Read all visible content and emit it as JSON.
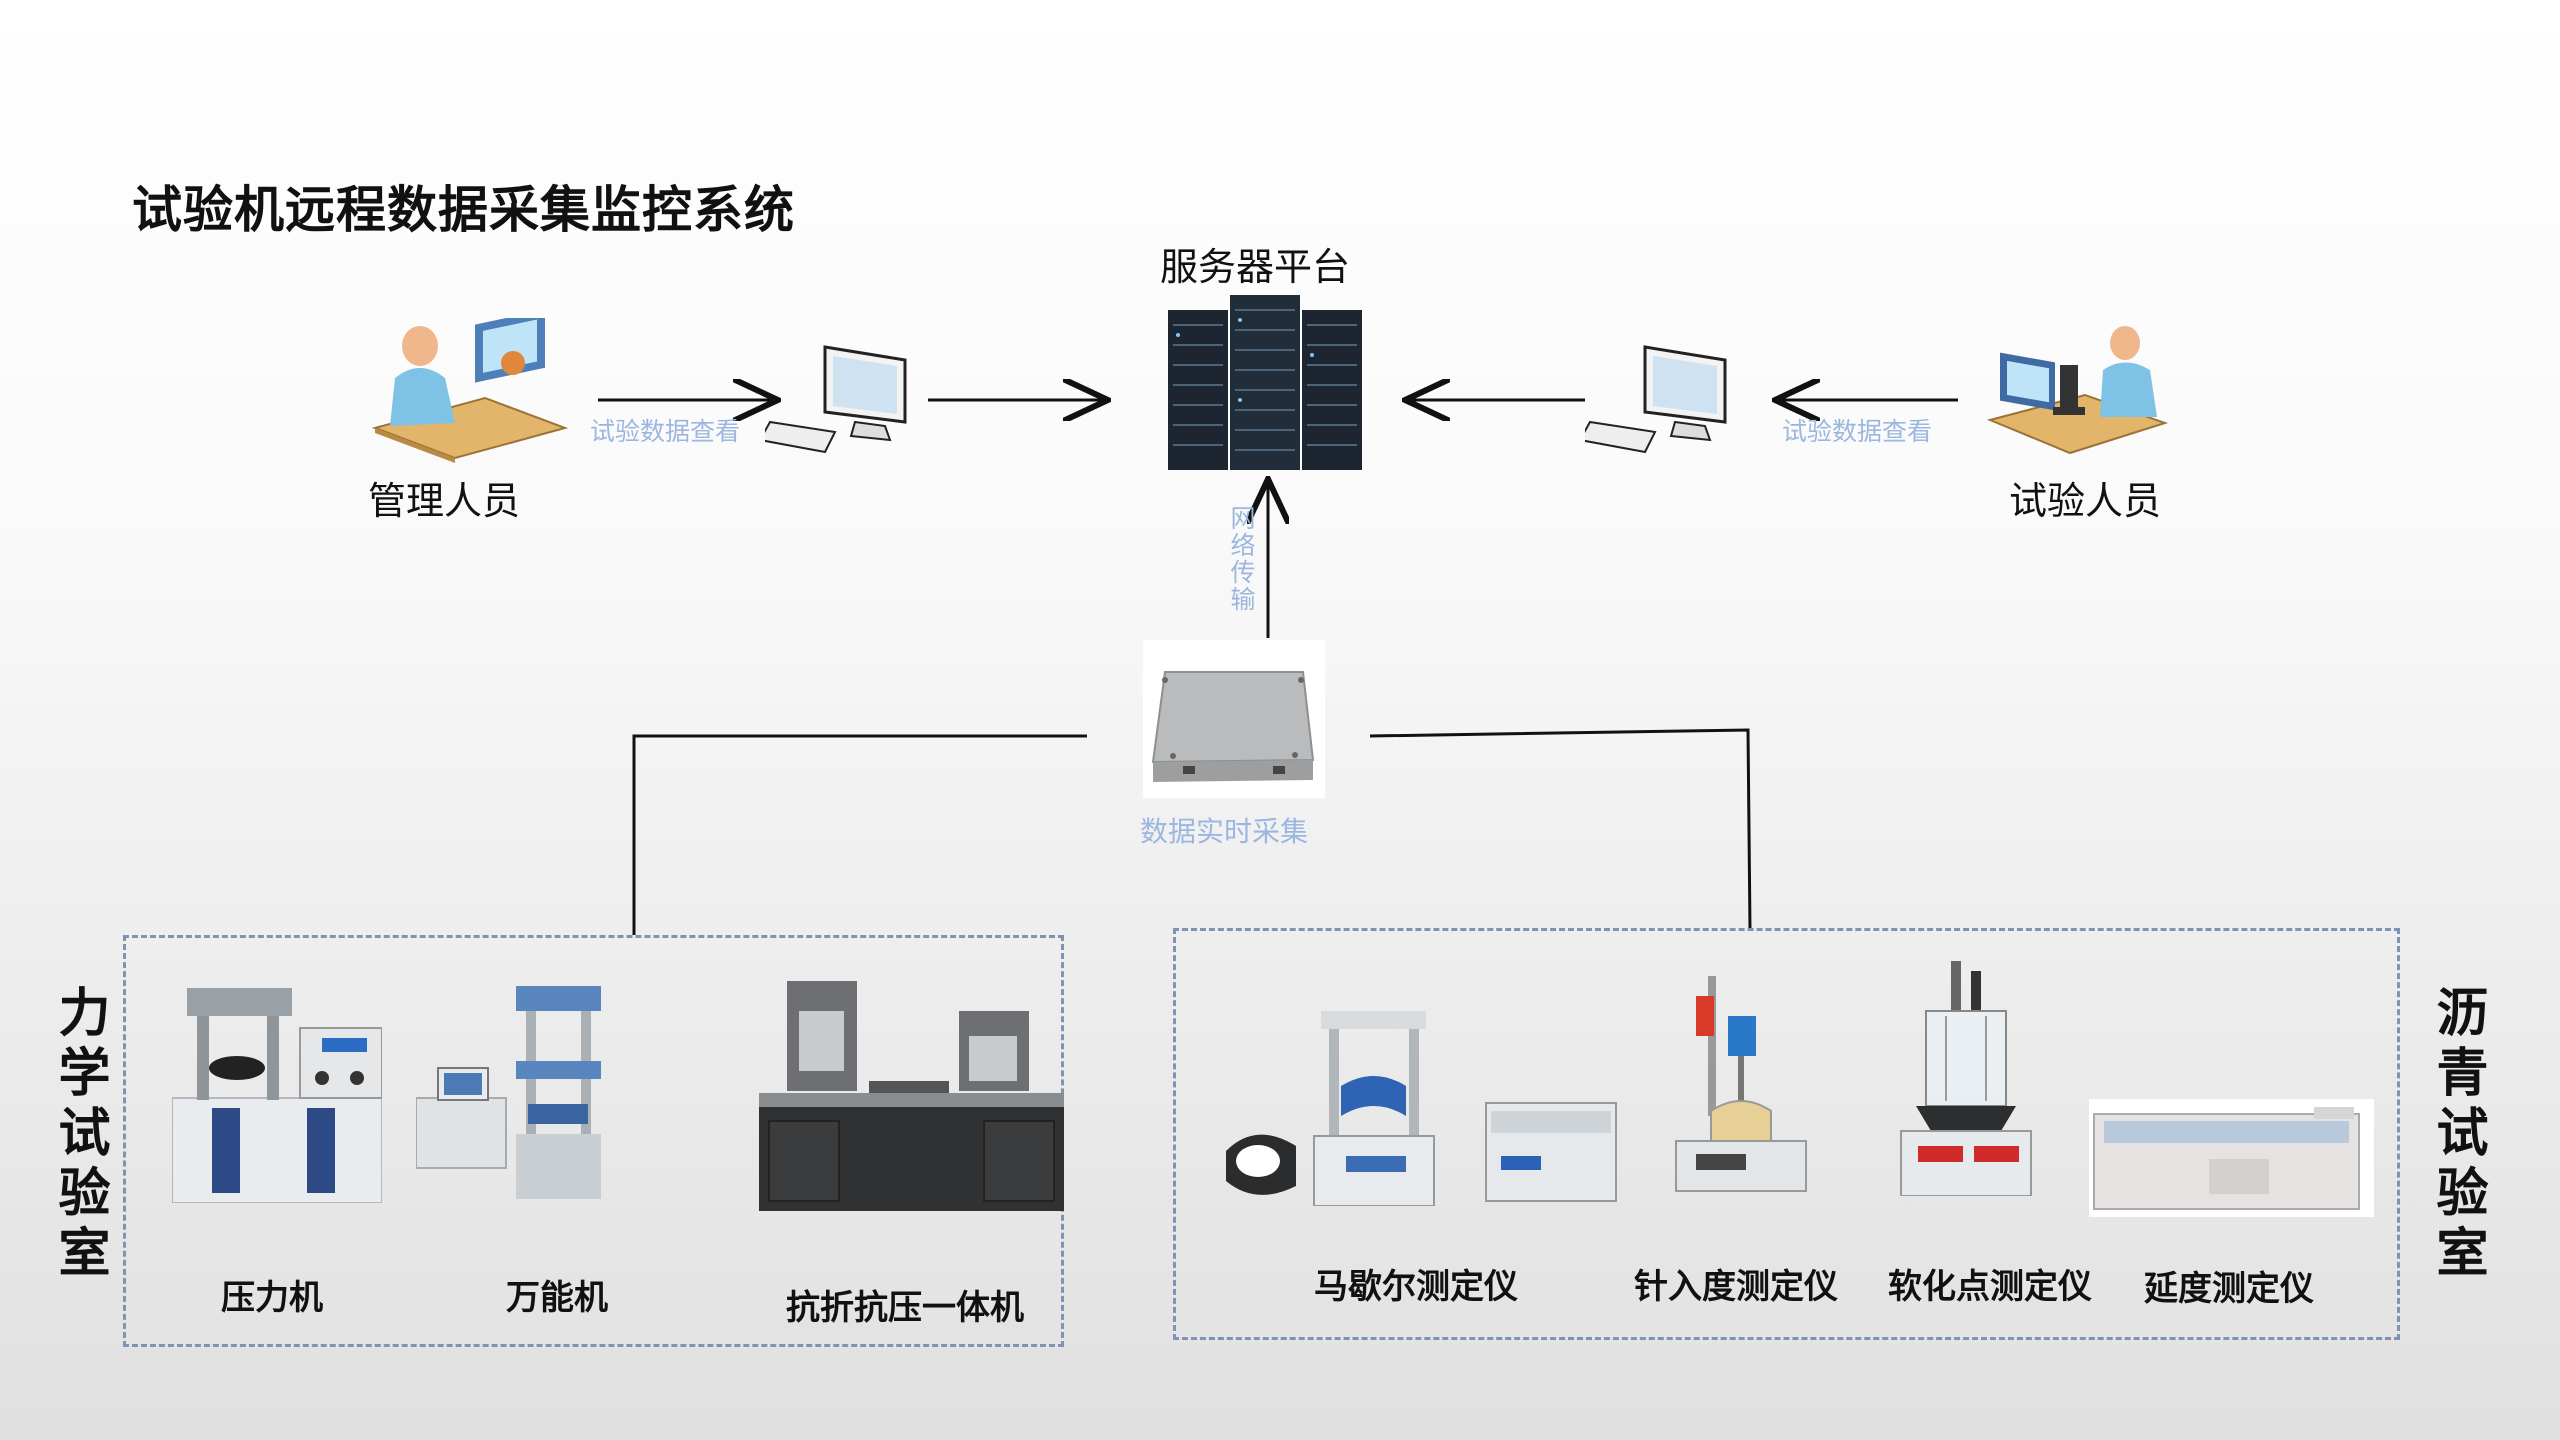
{
  "title": "试验机远程数据采集监控系统",
  "server": {
    "label": "服务器平台"
  },
  "admin": {
    "label": "管理人员",
    "link_label": "试验数据查看"
  },
  "tester": {
    "label": "试验人员",
    "link_label": "试验数据查看"
  },
  "network": {
    "label": "网络传输"
  },
  "collector": {
    "label": "数据实时采集"
  },
  "mechanics_lab": {
    "label": "力学试验室",
    "devices": [
      "压力机",
      "万能机",
      "抗折抗压一体机"
    ]
  },
  "asphalt_lab": {
    "label": "沥青试验室",
    "devices": [
      "马歇尔测定仪",
      "针入度测定仪",
      "软化点测定仪",
      "延度测定仪"
    ]
  },
  "colors": {
    "link_text": "#9cb6e0",
    "box_border": "#7f93b3",
    "line": "#111111"
  }
}
